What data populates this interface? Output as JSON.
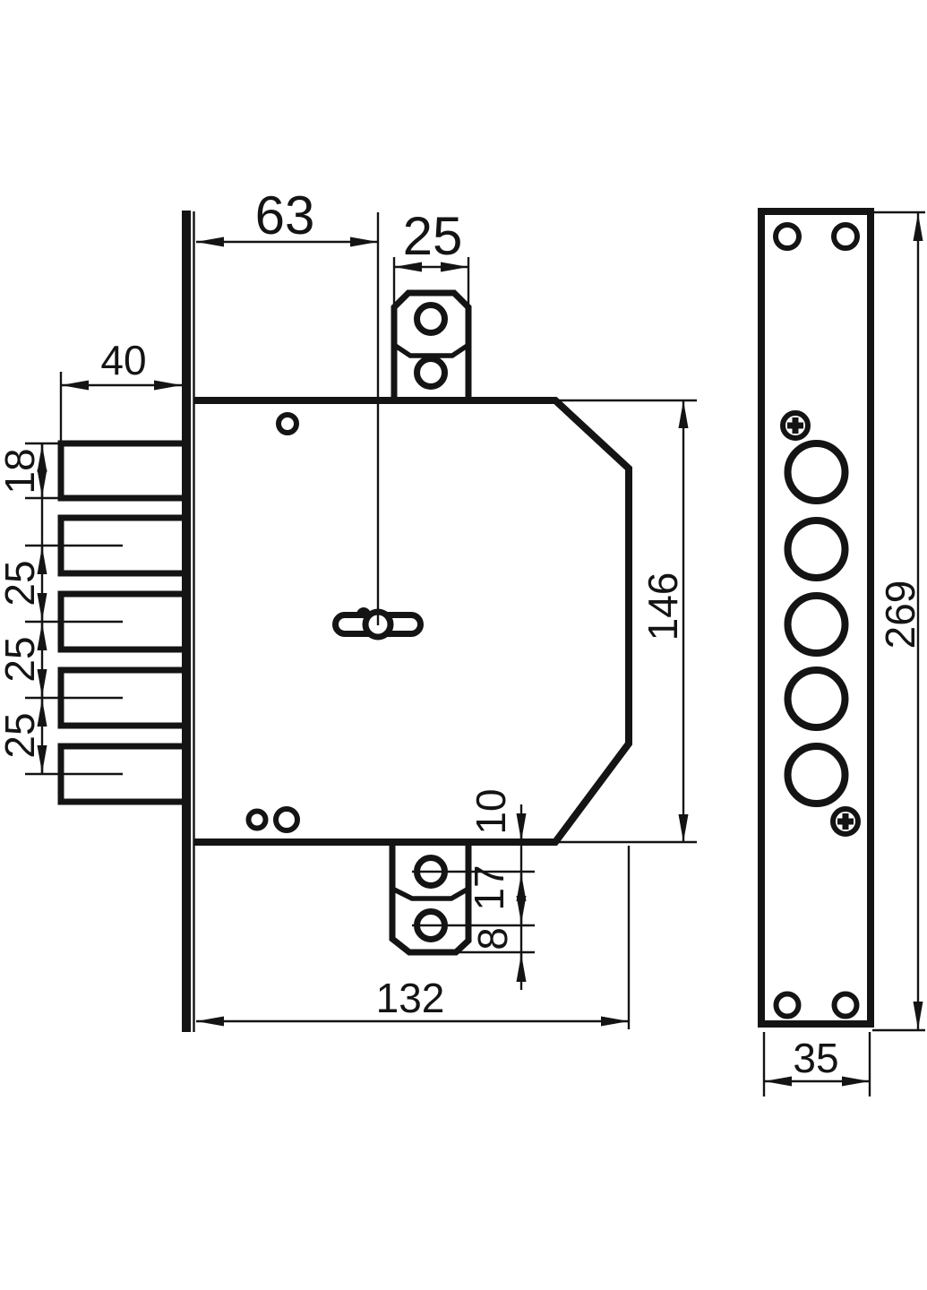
{
  "colors": {
    "ink": "#141414",
    "background": "#ffffff"
  },
  "side_view": {
    "backset": "63",
    "top_latch_width": "25",
    "bolt_throw": "40",
    "bolt_height": "18",
    "bolt_spacing_a": "25",
    "bolt_spacing_b": "25",
    "bolt_spacing_c": "25",
    "body_height": "146",
    "body_length": "132",
    "aux_hole_offset": "10",
    "aux_hole_spacing": "17",
    "aux_hole_to_bottom": "8"
  },
  "front_view": {
    "plate_height": "269",
    "plate_width": "35"
  }
}
